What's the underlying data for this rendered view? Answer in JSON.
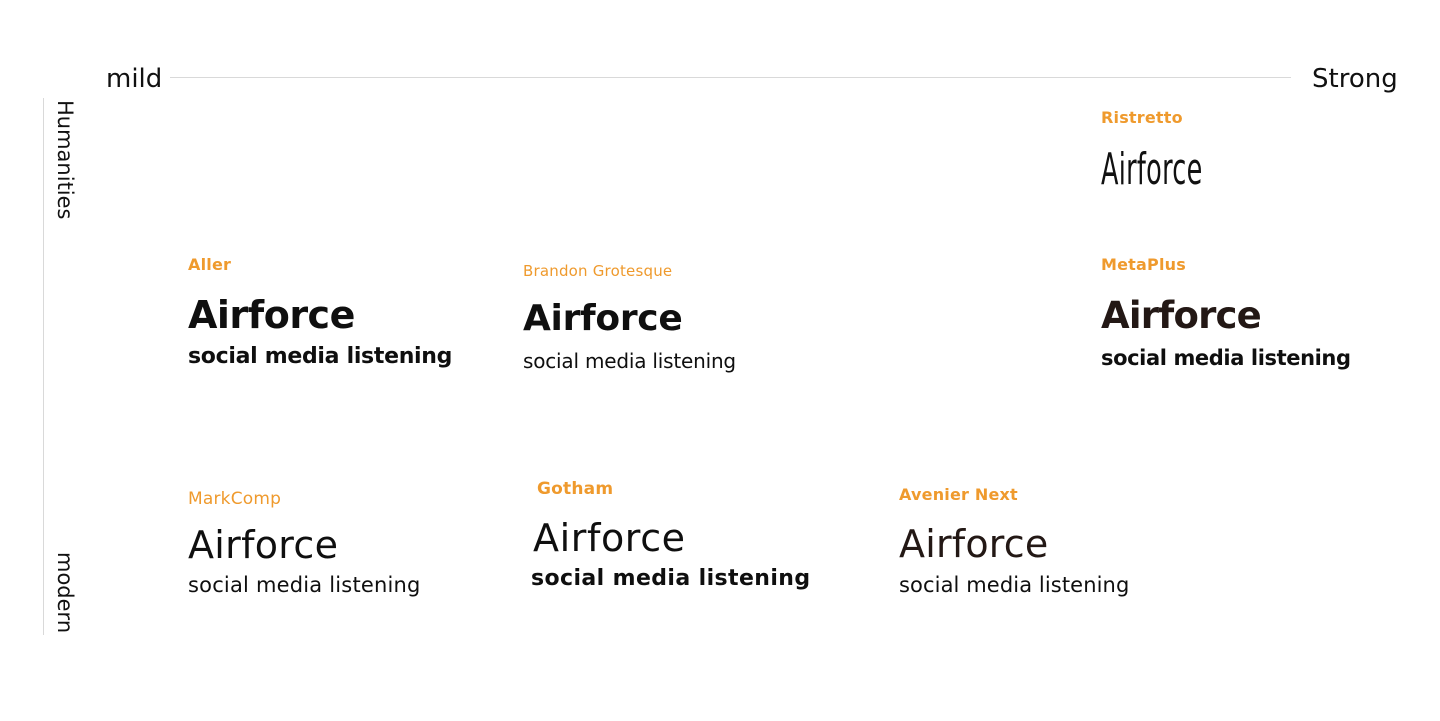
{
  "axes": {
    "x_min_label": "mild",
    "x_max_label": "Strong",
    "y_top_label": "Humanities",
    "y_bottom_label": "modern"
  },
  "colors": {
    "font_name": "#ef9a2d",
    "sample_text": "#0f0f0f",
    "axis_line": "#d9d9d9"
  },
  "samples": [
    {
      "font": "Ristretto",
      "headline": "Airforce",
      "tagline": ""
    },
    {
      "font": "Aller",
      "headline": "Airforce",
      "tagline": "social media listening"
    },
    {
      "font": "Brandon Grotesque",
      "headline": "Airforce",
      "tagline": "social media listening"
    },
    {
      "font": "MetaPlus",
      "headline": "Airforce",
      "tagline": "social media listening"
    },
    {
      "font": "MarkComp",
      "headline": "Airforce",
      "tagline": "social media listening"
    },
    {
      "font": "Gotham",
      "headline": "Airforce",
      "tagline": "social media listening"
    },
    {
      "font": "Avenier Next",
      "headline": "Airforce",
      "tagline": "social media listening"
    }
  ]
}
